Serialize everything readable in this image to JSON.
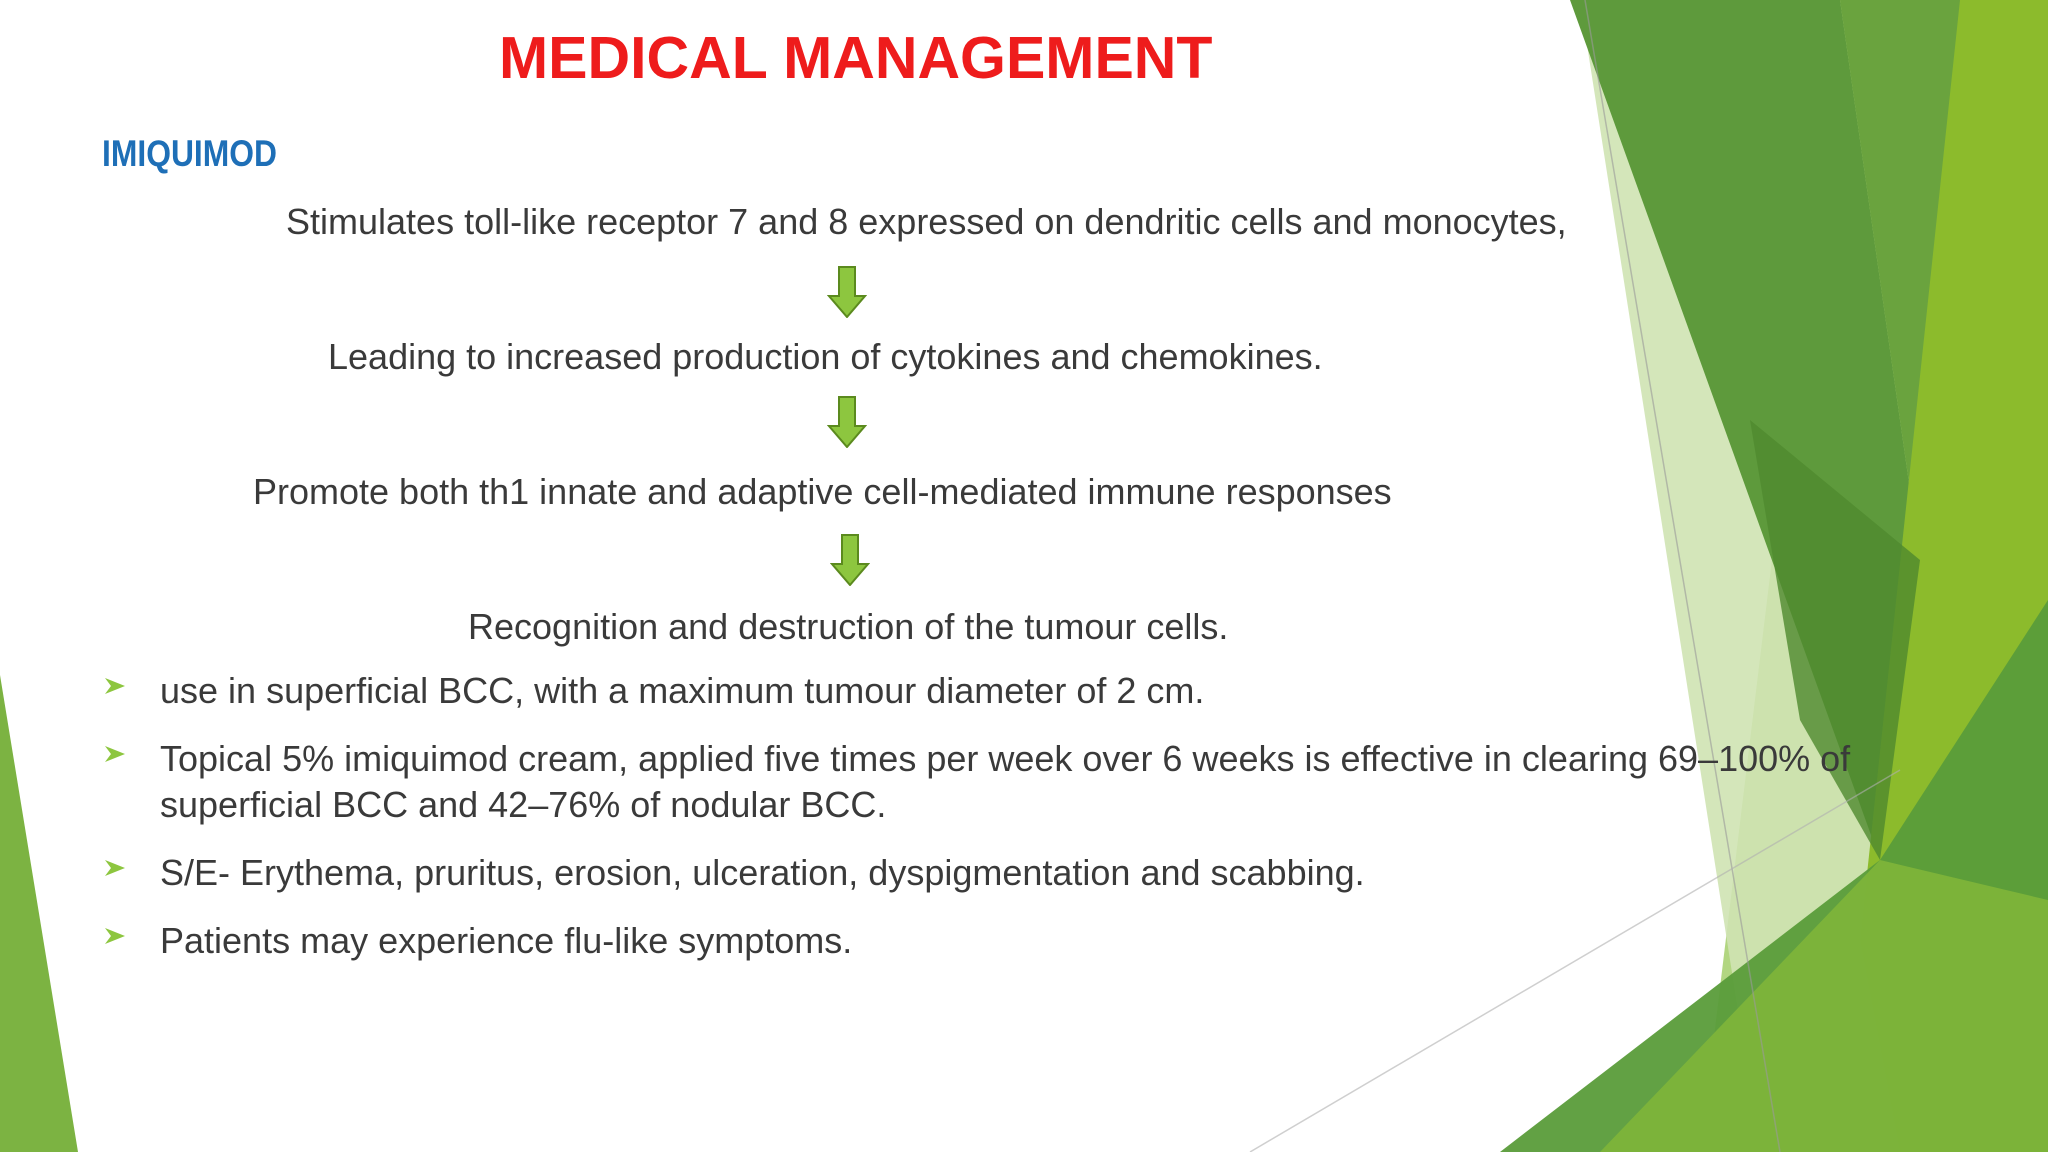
{
  "slide": {
    "title": "MEDICAL MANAGEMENT",
    "subheading": "IMIQUIMOD"
  },
  "flow": {
    "steps": [
      "Stimulates toll-like receptor 7 and 8 expressed on dendritic cells and monocytes,",
      "Leading to increased production of cytokines and chemokines.",
      "Promote both th1 innate and adaptive cell-mediated immune responses",
      "Recognition and destruction of the tumour cells."
    ],
    "arrow_icon": "down-arrow-icon"
  },
  "bullets": [
    "use in superficial BCC, with a maximum tumour diameter of 2 cm.",
    "Topical 5% imiquimod cream, applied five times per week over 6 weeks is effective in clearing 69–100% of superficial BCC and 42–76% of nodular BCC.",
    " S/E- Erythema, pruritus, erosion, ulceration, dyspigmentation and scabbing.",
    "Patients may experience flu-like symptoms."
  ],
  "bullet_icon": "arrowhead-bullet-icon",
  "colors": {
    "title": "#ee1c1c",
    "subheading": "#1e6fb7",
    "body_text": "#3a3a3a",
    "accent_green_light": "#8dc63f",
    "accent_green_mid": "#6aa84f",
    "accent_green_dark": "#3f7f2a"
  }
}
